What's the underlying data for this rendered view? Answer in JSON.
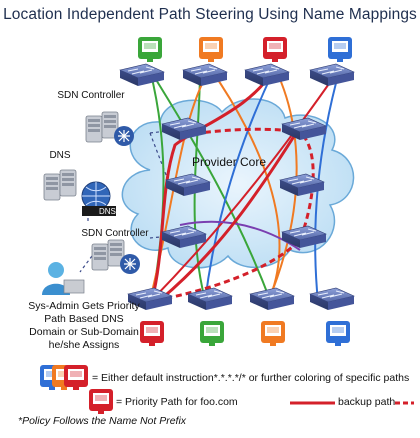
{
  "title": "Location Independent Path Steering Using Name Mappings",
  "labels": {
    "sdn_controller_top": "SDN Controller",
    "dns": "DNS",
    "sdn_controller_bottom": "SDN Controller",
    "provider_core": "Provider Core",
    "dns_badge": "DNS",
    "sys_admin": "Sys-Admin Gets Priority Path Based DNS Domain or Sub-Domain he/she Assigns"
  },
  "legend": {
    "default_text": "= Either default instruction*.*.*.*/* or further coloring of specific paths",
    "priority_text": "= Priority Path for foo.com",
    "backup_text": "backup path"
  },
  "footnote": "*Policy Follows the Name Not Prefix",
  "colors": {
    "green": "#3aa63a",
    "orange": "#f07a22",
    "red": "#d4202a",
    "blue": "#2f6fd6",
    "switch": "#4a5fa8",
    "cloud": "#d6eaf8"
  },
  "icons": [
    "desktop-computer-icon",
    "network-switch-icon",
    "server-icon",
    "globe-icon",
    "user-icon",
    "cloud-icon"
  ]
}
